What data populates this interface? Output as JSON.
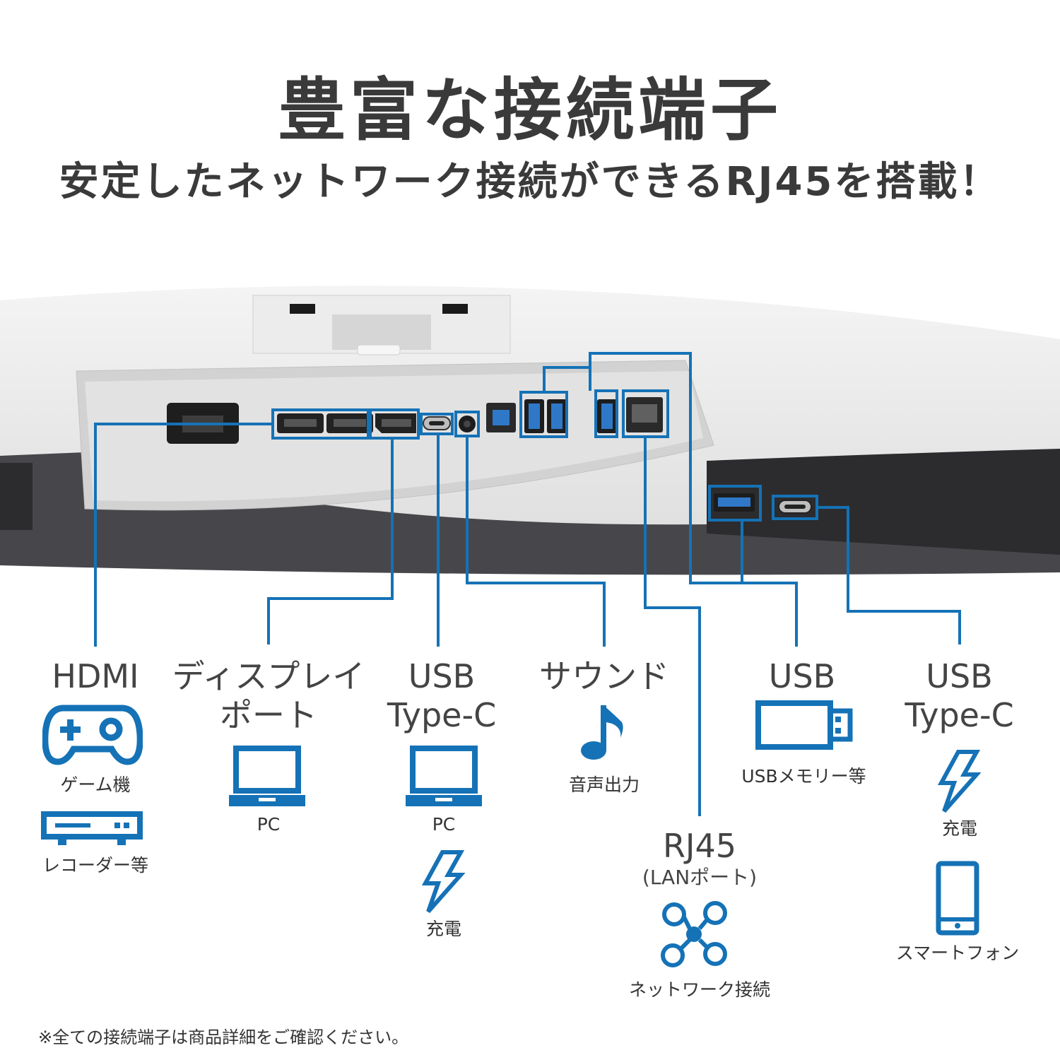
{
  "header": {
    "title": "豊富な接続端子",
    "subtitle": "安定したネットワーク接続ができるRJ45を搭載！"
  },
  "accent_color": "#1572b6",
  "product_image": {
    "icon": "monitor-rear-ports-photo"
  },
  "ports": [
    {
      "name": "HDMI",
      "uses": [
        {
          "icon": "gamepad-icon",
          "label": "ゲーム機"
        },
        {
          "icon": "recorder-icon",
          "label": "レコーダー等"
        }
      ]
    },
    {
      "name_lines": [
        "ディスプレイ",
        "ポート"
      ],
      "uses": [
        {
          "icon": "laptop-icon",
          "label": "PC"
        }
      ]
    },
    {
      "name_lines": [
        "USB",
        "Type-C"
      ],
      "uses": [
        {
          "icon": "laptop-icon",
          "label": "PC"
        },
        {
          "icon": "lightning-icon",
          "label": "充電"
        }
      ]
    },
    {
      "name": "サウンド",
      "uses": [
        {
          "icon": "music-note-icon",
          "label": "音声出力"
        }
      ]
    },
    {
      "name": "USB",
      "uses": [
        {
          "icon": "usb-stick-icon",
          "label": "USBメモリー等"
        }
      ]
    },
    {
      "name_lines": [
        "USB",
        "Type-C"
      ],
      "uses": [
        {
          "icon": "lightning-icon",
          "label": "充電"
        },
        {
          "icon": "smartphone-icon",
          "label": "スマートフォン"
        }
      ]
    },
    {
      "name_lines": [
        "RJ45",
        "(LANポート)"
      ],
      "uses": [
        {
          "icon": "network-icon",
          "label": "ネットワーク接続"
        }
      ]
    }
  ],
  "footnote": "※全ての接続端子は商品詳細をご確認ください。"
}
